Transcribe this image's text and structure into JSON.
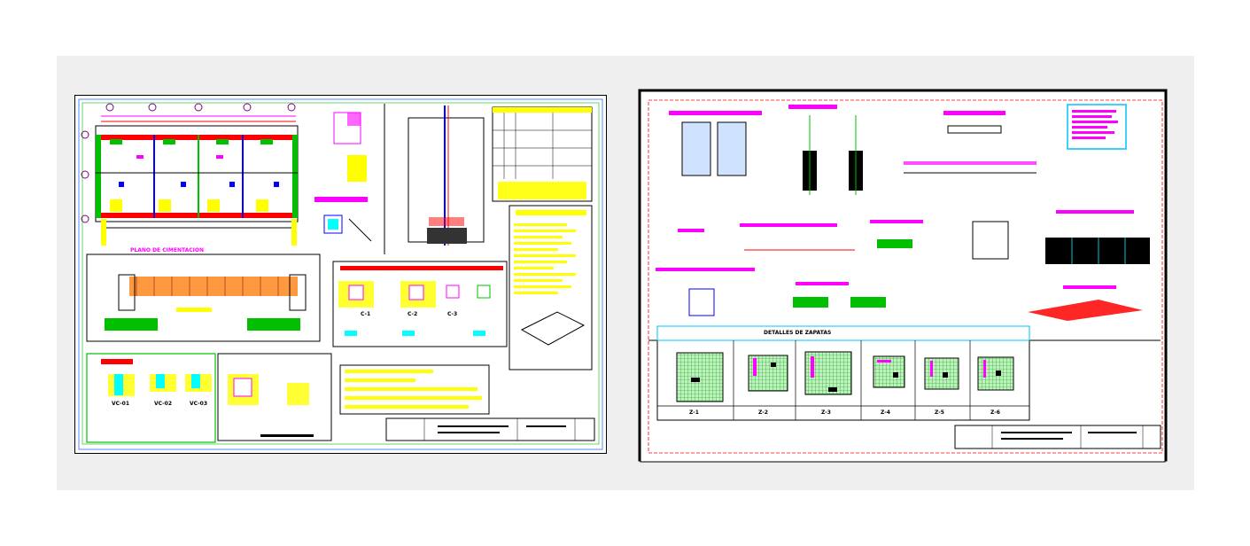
{
  "sheet1": {
    "title_plan": "PLANO DE CIMENTACION",
    "details": [
      "C-1",
      "C-2",
      "C-3"
    ],
    "beams": [
      "VC-01",
      "VC-02",
      "VC-03"
    ]
  },
  "sheet2": {
    "zapatas_title": "DETALLES DE ZAPATAS",
    "zapatas": [
      "Z-1",
      "Z-2",
      "Z-3",
      "Z-4",
      "Z-5",
      "Z-6"
    ]
  },
  "colors": {
    "magenta": "#ff00ff",
    "yellow": "#ffff00",
    "cyan": "#00ffff",
    "green": "#00c000",
    "blue": "#0000ff",
    "red": "#ff0000"
  }
}
